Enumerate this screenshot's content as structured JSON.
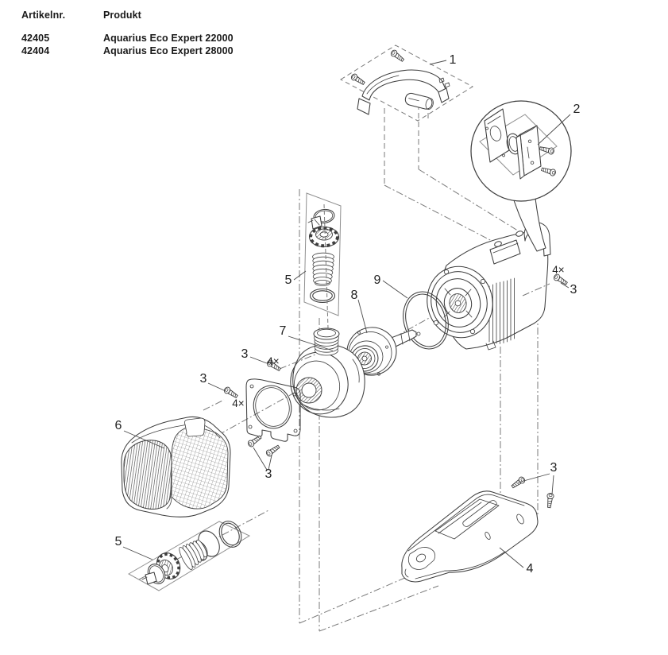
{
  "colors": {
    "background": "#ffffff",
    "line_art": "#3e3e3e",
    "construction_lines": "#7a7a7a",
    "text": "#1a1a1a"
  },
  "header": {
    "col_artikel": "Artikelnr.",
    "col_produkt": "Produkt",
    "rows": [
      {
        "artikel": "42405",
        "produkt": "Aquarius Eco Expert 22000"
      },
      {
        "artikel": "42404",
        "produkt": "Aquarius Eco Expert 28000"
      }
    ]
  },
  "diagram": {
    "type": "exploded-parts-diagram",
    "callouts": [
      {
        "id": "handle-assembly",
        "label": "1"
      },
      {
        "id": "bracket-detail-circle",
        "label": "2"
      },
      {
        "id": "hose-kit-top",
        "label": "5"
      },
      {
        "id": "o-ring-large",
        "label": "9"
      },
      {
        "id": "rotor-unit",
        "label": "8"
      },
      {
        "id": "screw-count-motor",
        "label": "4×"
      },
      {
        "id": "screw-motor",
        "label": "3"
      },
      {
        "id": "pump-housing",
        "label": "7"
      },
      {
        "id": "screw-flange-upper",
        "label": "3"
      },
      {
        "id": "screw-count-flange-upper",
        "label": "4×"
      },
      {
        "id": "screw-flange-left",
        "label": "3"
      },
      {
        "id": "screw-count-flange-left",
        "label": "4×"
      },
      {
        "id": "filter-housing",
        "label": "6"
      },
      {
        "id": "screw-flange-bottom",
        "label": "3"
      },
      {
        "id": "hose-kit-bottom",
        "label": "5"
      },
      {
        "id": "screw-base",
        "label": "3"
      },
      {
        "id": "pump-base",
        "label": "4"
      }
    ]
  }
}
